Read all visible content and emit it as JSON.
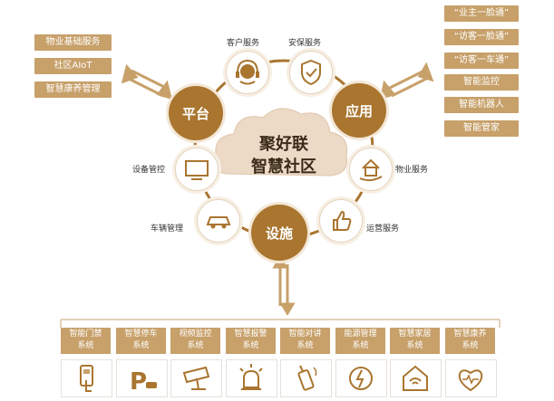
{
  "left_tags": [
    "物业基础服务",
    "社区AIoT",
    "智慧康养管理"
  ],
  "right_tags": [
    "“业主一脸通”",
    "“访客一脸通”",
    "“访客一车通”",
    "智能监控",
    "智能机器人",
    "智能管家"
  ],
  "hubs": {
    "platform": "平台",
    "application": "应用",
    "facility": "设施"
  },
  "center": {
    "line1": "聚好联",
    "line2": "智慧社区"
  },
  "services": {
    "customer": "客户服务",
    "security": "安保服务",
    "device": "设备管控",
    "property": "物业服务",
    "vehicle": "车辆管理",
    "operation": "运营服务"
  },
  "systems": [
    {
      "line1": "智能门禁",
      "line2": "系统",
      "icon": "access-card-icon"
    },
    {
      "line1": "智慧停车",
      "line2": "系统",
      "icon": "parking-icon"
    },
    {
      "line1": "视频监控",
      "line2": "系统",
      "icon": "cctv-camera-icon"
    },
    {
      "line1": "智慧报警",
      "line2": "系统",
      "icon": "alarm-light-icon"
    },
    {
      "line1": "智能对讲",
      "line2": "系统",
      "icon": "intercom-icon"
    },
    {
      "line1": "能源管理",
      "line2": "系统",
      "icon": "energy-icon"
    },
    {
      "line1": "智慧家居",
      "line2": "系统",
      "icon": "smart-home-icon"
    },
    {
      "line1": "智慧康养",
      "line2": "系统",
      "icon": "health-heart-icon"
    }
  ],
  "colors": {
    "gold": "#c7a06a",
    "hub": "#a9752f",
    "cloud": "#ecd9c6",
    "ring": "#a9752f"
  }
}
